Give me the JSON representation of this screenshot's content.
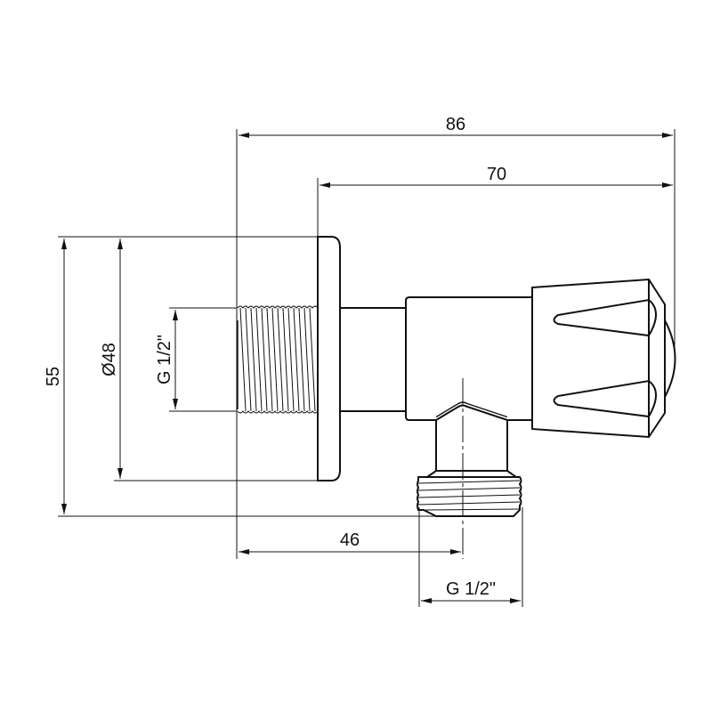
{
  "drawing": {
    "title": "Angle valve technical drawing",
    "units": "mm",
    "line_color": "#111111",
    "background": "#ffffff"
  },
  "dimensions": {
    "overall_length": {
      "label": "86",
      "value": 86,
      "orientation": "horizontal"
    },
    "flange_to_end": {
      "label": "70",
      "value": 70,
      "orientation": "horizontal"
    },
    "overall_height": {
      "label": "55",
      "value": 55,
      "orientation": "vertical"
    },
    "flange_diameter": {
      "label": "Ø48",
      "value": 48,
      "orientation": "vertical"
    },
    "inlet_thread": {
      "label": "G 1/2\"",
      "orientation": "vertical"
    },
    "outlet_offset": {
      "label": "46",
      "value": 46,
      "orientation": "horizontal"
    },
    "outlet_thread": {
      "label": "G 1/2\"",
      "orientation": "horizontal"
    }
  },
  "parts": [
    {
      "name": "threaded-inlet"
    },
    {
      "name": "wall-flange"
    },
    {
      "name": "stem"
    },
    {
      "name": "valve-body"
    },
    {
      "name": "handle-knob"
    },
    {
      "name": "threaded-outlet"
    }
  ]
}
